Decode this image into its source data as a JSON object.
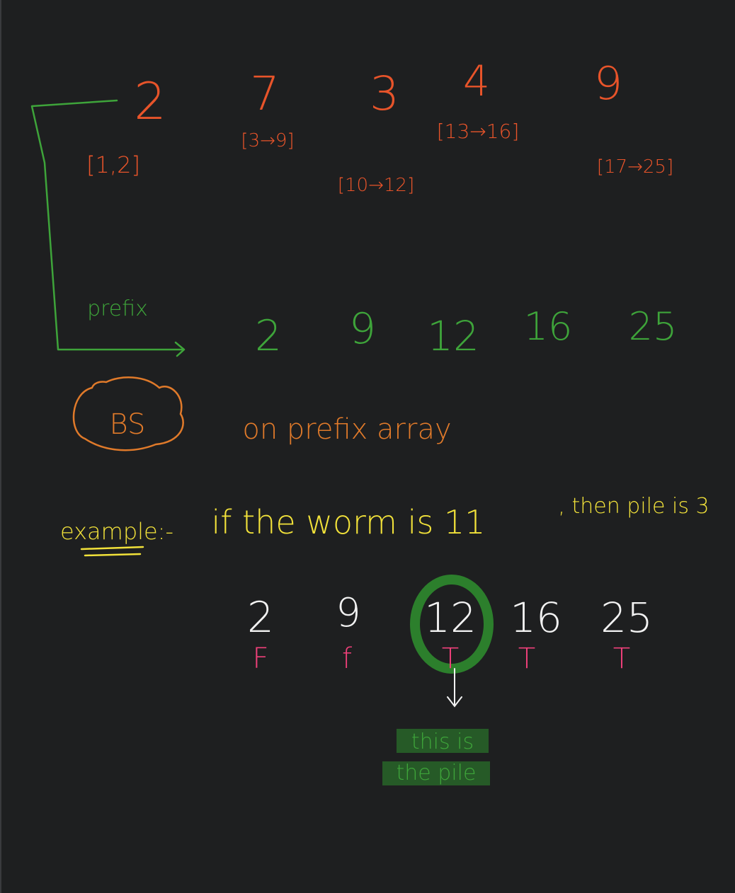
{
  "pile_sizes": [
    "2",
    "7",
    "3",
    "4",
    "9"
  ],
  "ranges": [
    "[1,2]",
    "[3→9]",
    "[10→12]",
    "[13→16]",
    "[17→25]"
  ],
  "prefix_label": "prefix",
  "prefix_values": [
    "2",
    "9",
    "12",
    "16",
    "25"
  ],
  "bs_label": "BS",
  "bs_text": "on prefix array",
  "example_label": "example:-",
  "example_text": "if the worm is 11",
  "example_tail": ", then pile is 3",
  "compare_values": [
    "2",
    "9",
    "12",
    "16",
    "25"
  ],
  "flags": [
    "F",
    "f",
    "T",
    "T",
    "T"
  ],
  "note_line1": "this is",
  "note_line2": "the pile",
  "colors": {
    "background": "#1e1f20",
    "red": "#e8542a",
    "green": "#3ea43a",
    "orange": "#e07a2a",
    "yellow": "#f2e23a",
    "white": "#f2f2f2",
    "pink": "#f0407a",
    "highlight": "#2e8a2e"
  }
}
